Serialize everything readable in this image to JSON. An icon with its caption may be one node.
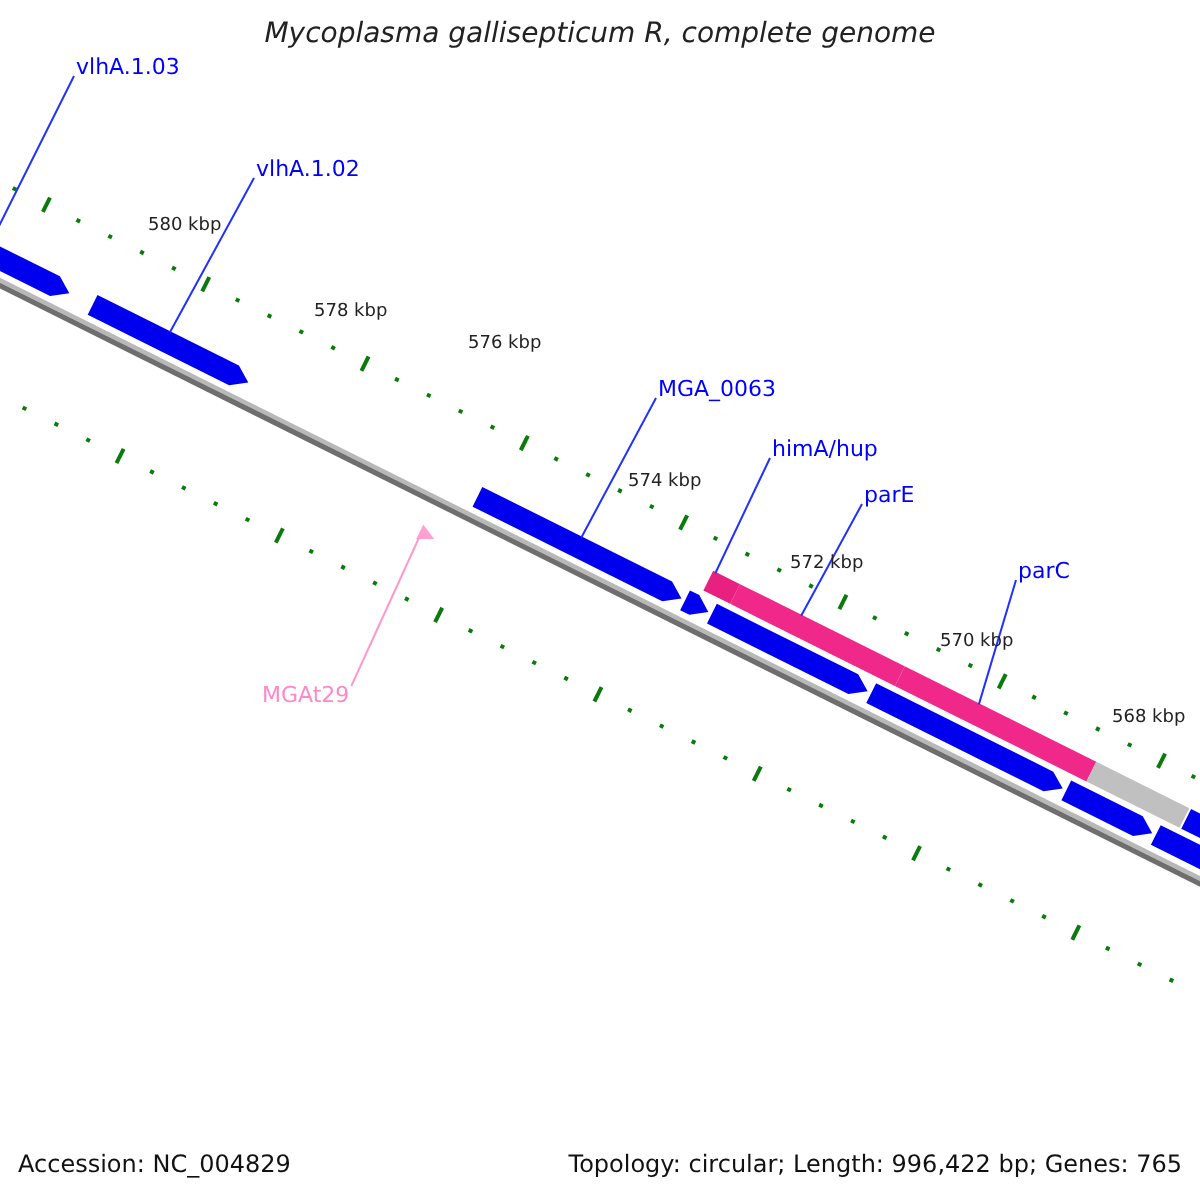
{
  "diagram": {
    "title": "Mycoplasma gallisepticum R, complete genome",
    "nodes": [
      {
        "text": [
          "vlhA.1.03"
        ]
      },
      {
        "text": [
          "vlhA.1.02"
        ]
      },
      {
        "text": [
          "MGA_0063"
        ]
      },
      {
        "text": [
          "himA/hup"
        ]
      },
      {
        "text": [
          "parE"
        ]
      },
      {
        "text": [
          "parC"
        ]
      },
      {
        "text": [
          "MGAt29"
        ]
      },
      {
        "text": [],
        "shape": "arrow"
      },
      {
        "text": [],
        "shape": "arrow"
      },
      {
        "text": [],
        "shape": "arrow"
      },
      {
        "text": [],
        "shape": "arrow"
      },
      {
        "text": [],
        "shape": "bar"
      },
      {
        "text": [],
        "shape": "bar"
      },
      {
        "text": [],
        "shape": "bar"
      },
      {
        "text": [],
        "shape": "triangle"
      },
      {
        "text": [],
        "shape": "arrow"
      },
      {
        "text": [],
        "shape": "arrow"
      },
      {
        "text": [],
        "shape": "arrow"
      },
      {
        "text": [],
        "shape": "arrow"
      },
      {
        "text": [],
        "shape": "bar"
      },
      {
        "text": [],
        "shape": "arrow"
      }
    ],
    "edges": [
      {
        "from": 0,
        "to": 7,
        "arrow": "none"
      },
      {
        "from": 1,
        "to": 8,
        "arrow": "none"
      },
      {
        "from": 2,
        "to": 9,
        "arrow": "none"
      },
      {
        "from": 3,
        "to": 11,
        "arrow": "none"
      },
      {
        "from": 4,
        "to": 12,
        "arrow": "none"
      },
      {
        "from": 5,
        "to": 13,
        "arrow": "none"
      },
      {
        "from": 6,
        "to": 14,
        "arrow": "none",
        "color": "#ff99cc"
      }
    ],
    "labels": [
      "580 kbp",
      "578 kbp",
      "576 kbp",
      "574 kbp",
      "572 kbp",
      "570 kbp",
      "568 kbp",
      "Accession: NC_004829",
      "Topology: circular; Length: 996,422 bp; Genes: 765"
    ]
  }
}
